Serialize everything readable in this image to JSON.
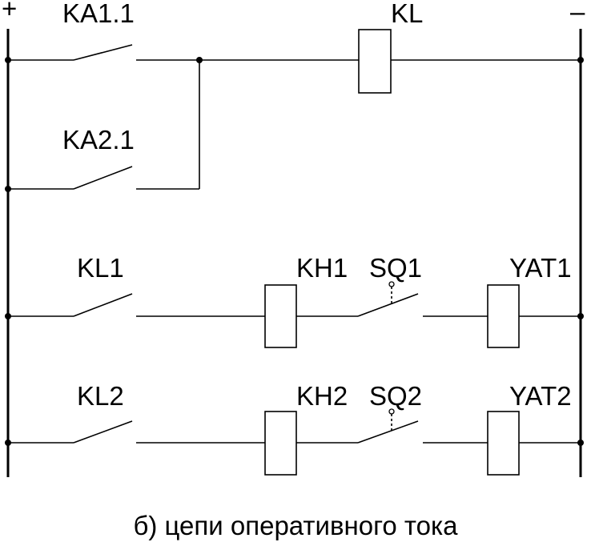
{
  "diagram": {
    "plus_sign": "+",
    "minus_sign": "–",
    "labels": {
      "ka11": "KA1.1",
      "kl_coil": "KL",
      "ka21": "KA2.1",
      "kl1": "KL1",
      "kh1": "KH1",
      "sq1": "SQ1",
      "yat1": "YAT1",
      "kl2": "KL2",
      "kh2": "KH2",
      "sq2": "SQ2",
      "yat2": "YAT2"
    },
    "caption": "б) цепи оперативного тока"
  }
}
